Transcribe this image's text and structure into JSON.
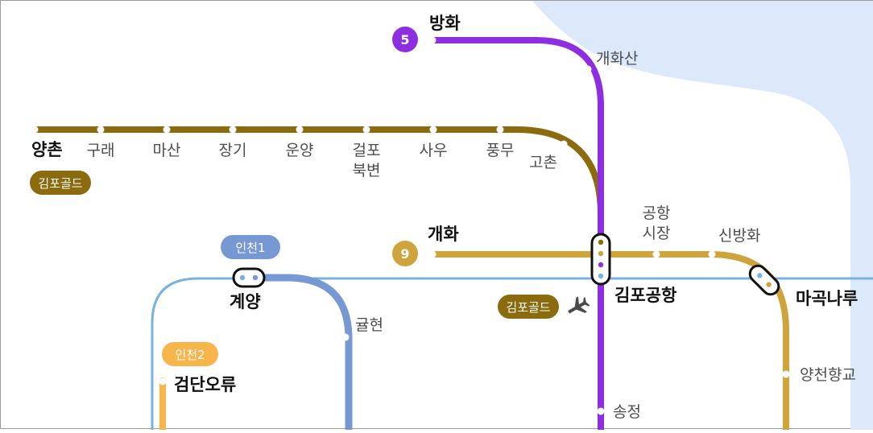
{
  "colors": {
    "water": "#dbe9fb",
    "line5": "#8d2fe0",
    "line9": "#cfa43c",
    "gimpo_gold": "#8b6b0d",
    "incheon1": "#7698d3",
    "incheon2": "#f7b54c",
    "airport_rail": "#78b2e0",
    "marker": "#111111"
  },
  "badges": {
    "line5": "5",
    "line9": "9",
    "incheon1": "인천1",
    "incheon2": "인천2",
    "gimpo_gold_1": "김포골드",
    "gimpo_gold_2": "김포골드"
  },
  "stations": {
    "banghwa": "방화",
    "gaehwasan": "개화산",
    "yangchon": "양촌",
    "gurae": "구래",
    "masan": "마산",
    "janggi": "장기",
    "unyang": "운양",
    "geolpo_1": "걸포",
    "geolpo_2": "북변",
    "sau": "사우",
    "pungmu": "풍무",
    "gochon": "고촌",
    "gaehwa": "개화",
    "airport_market_1": "공항",
    "airport_market_2": "시장",
    "sinbanghwa": "신방화",
    "gimpo_airport": "김포공항",
    "magongnaru": "마곡나루",
    "gyeyang": "계양",
    "gyulhyeon": "귤현",
    "geomdan_oryu": "검단오류",
    "yangcheon_hyanggyo": "양천향교",
    "songjeong": "송정"
  },
  "icons": {
    "airport": "airplane-icon",
    "transfer": "transfer-marker"
  }
}
